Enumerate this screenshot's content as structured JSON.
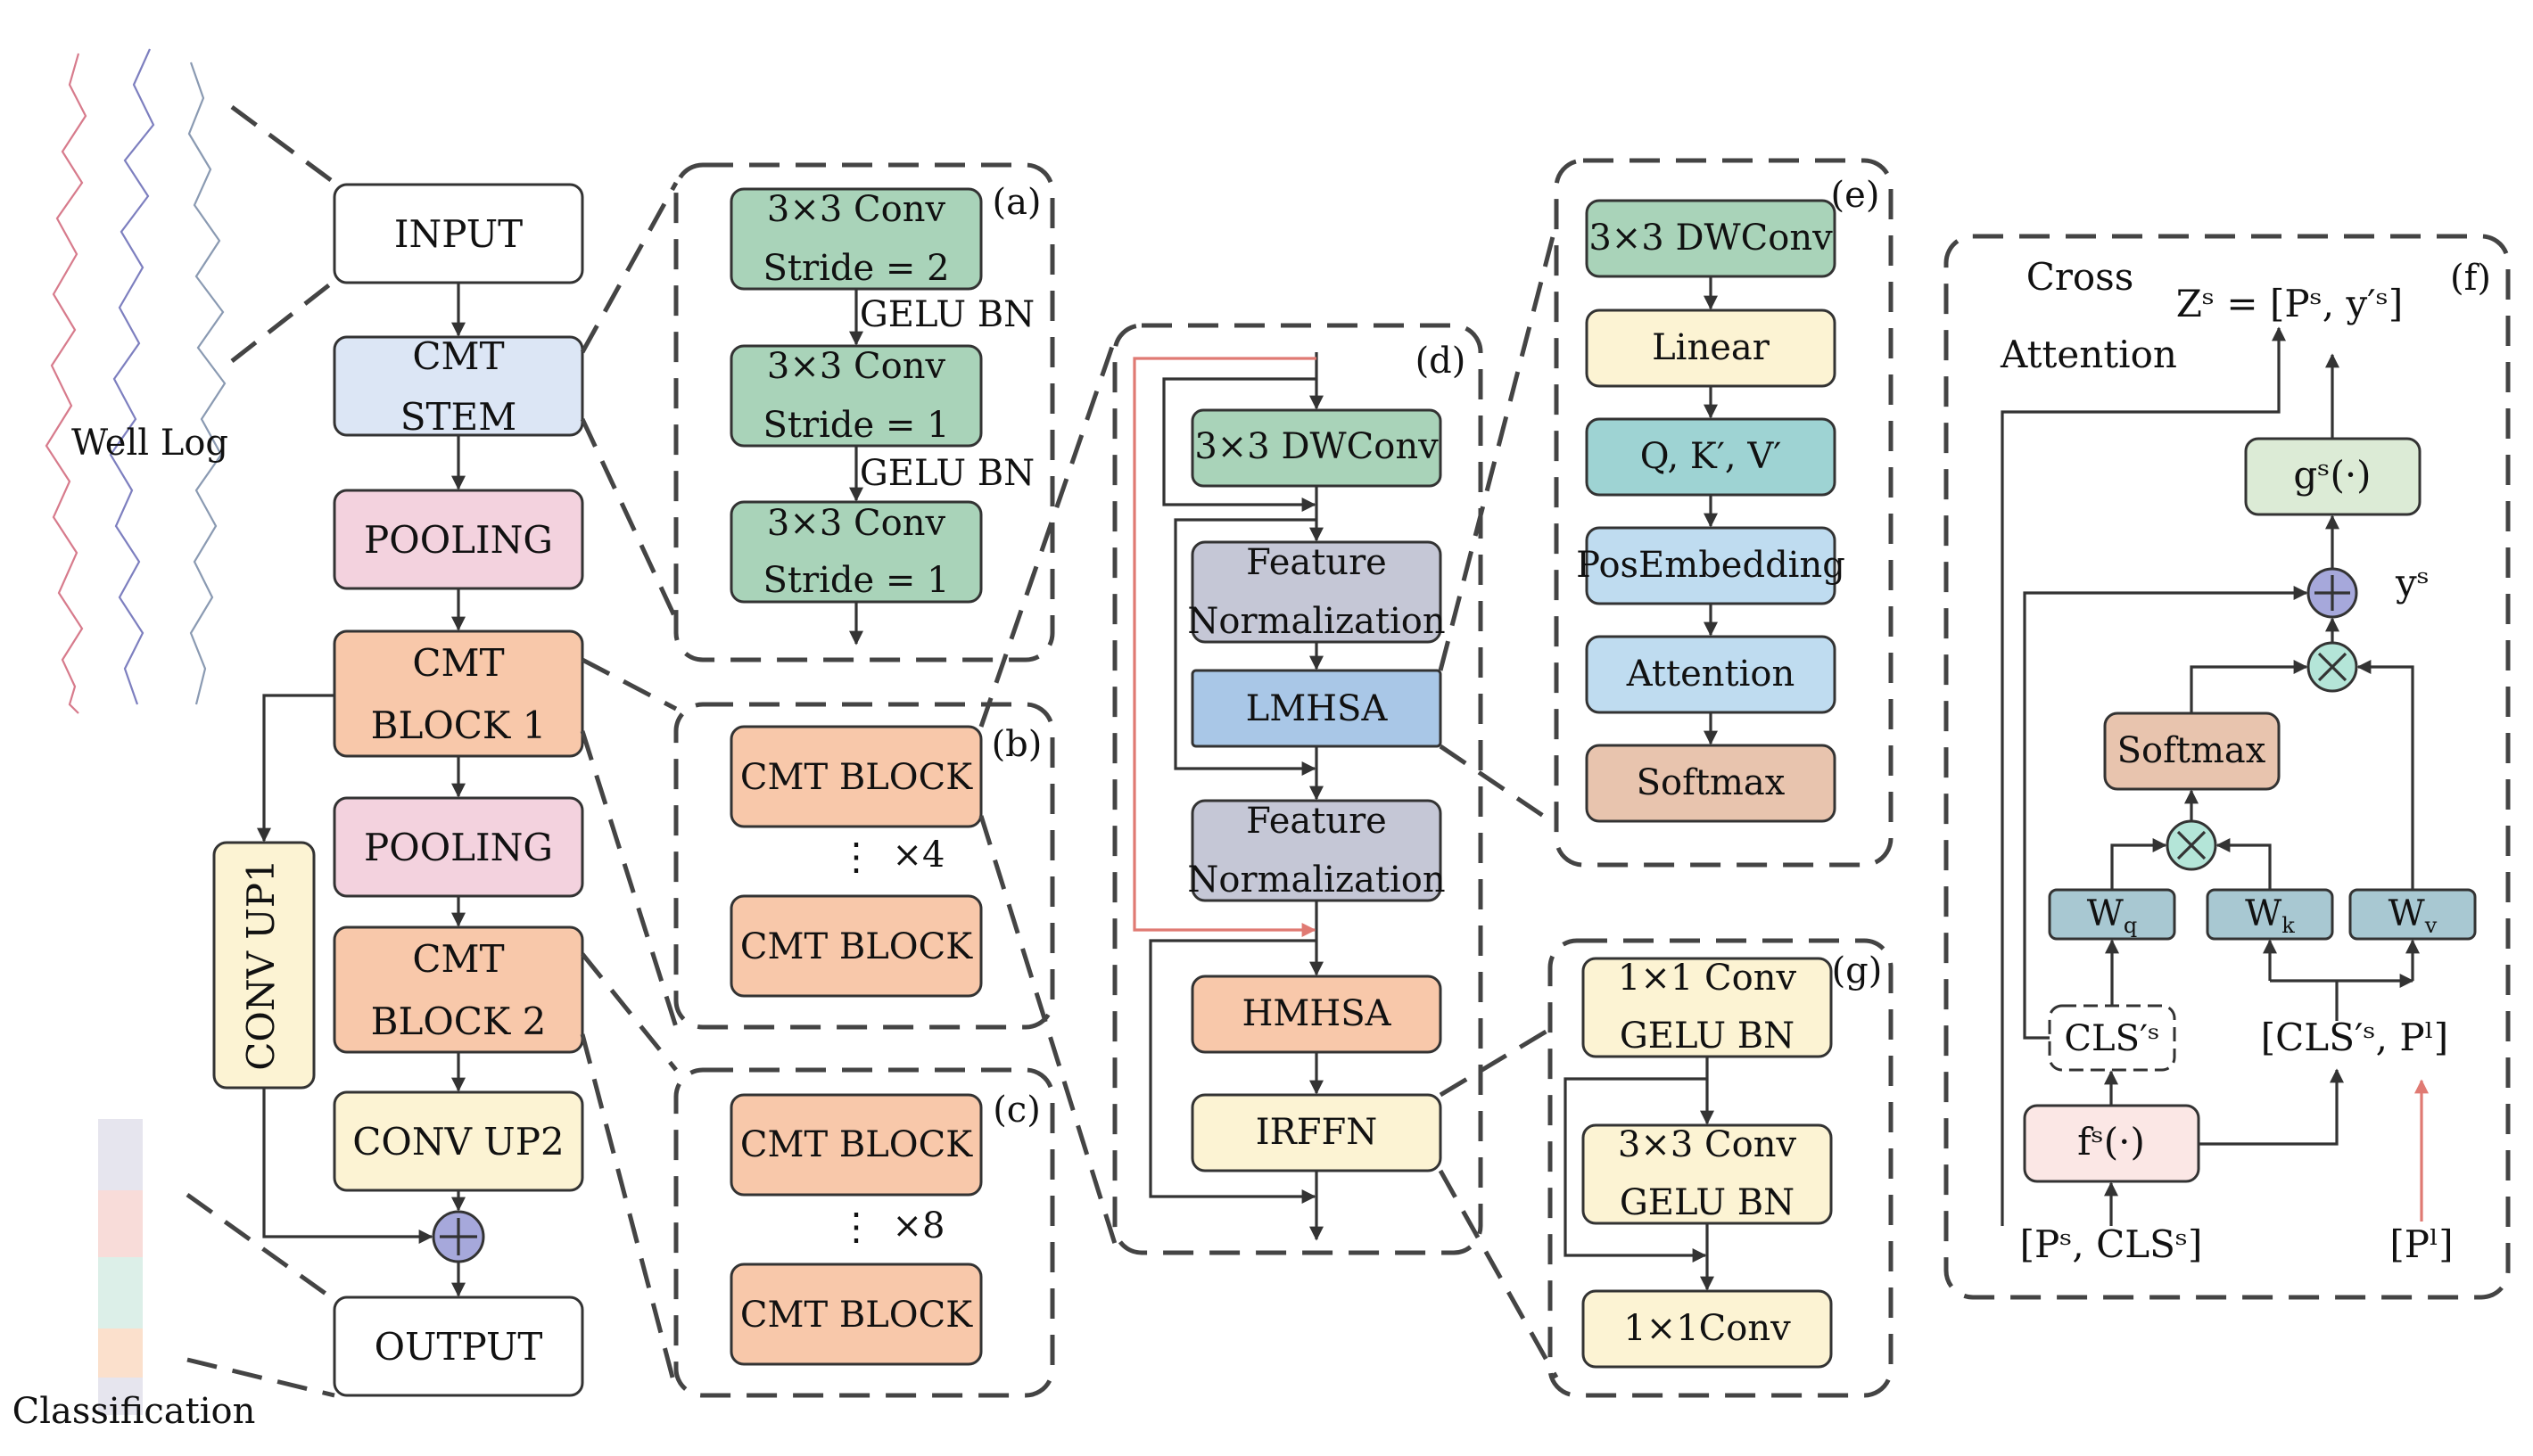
{
  "colors": {
    "white": "#ffffff",
    "blue": "#dce6f5",
    "pink": "#f3d2de",
    "salmon": "#f8c8aa",
    "yellow": "#fcf3d3",
    "green": "#a9d3b9",
    "gray": "#c5c7d6",
    "teal": "#9ed3d3",
    "lightblue": "#bfdcf0",
    "midblue": "#a9c7e7",
    "tan": "#e8c4ae",
    "softteal": "#a8c8d2",
    "lightpink": "#fbe7e5",
    "lightgreen": "#dcebd6",
    "plus": "#a6a8db",
    "times": "#b4e5d8",
    "red_arrow": "#e07a73"
  },
  "labels": {
    "well_log": "Well Log",
    "classification": "Classification",
    "input": "INPUT",
    "cmt": "CMT",
    "stem": "STEM",
    "pooling": "POOLING",
    "block1": "BLOCK 1",
    "block2": "BLOCK 2",
    "conv_up1": "CONV UP1",
    "conv_up2": "CONV UP2",
    "output": "OUTPUT",
    "conv3x3": "3×3 Conv",
    "stride2": "Stride = 2",
    "stride1": "Stride = 1",
    "gelu_bn": "GELU BN",
    "panel_a": "(a)",
    "panel_b": "(b)",
    "panel_c": "(c)",
    "panel_d": "(d)",
    "panel_e": "(e)",
    "panel_f": "(f)",
    "panel_g": "(g)",
    "cmt_block": "CMT BLOCK",
    "x4": "×4",
    "x8": "×8",
    "dwconv": "3×3 DWConv",
    "feature": "Feature",
    "normalization": "Normalization",
    "lmhsa": "LMHSA",
    "hmhsa": "HMHSA",
    "irffn": "IRFFN",
    "linear": "Linear",
    "qkv": "Q, K′, V′",
    "posembedding": "PosEmbedding",
    "attention": "Attention",
    "softmax": "Softmax",
    "conv1x1": "1×1 Conv",
    "conv1x1b": "1×1Conv",
    "cross": "Cross",
    "attention_word": "Attention",
    "f_z": "Zˢ = [Pˢ, y′ˢ]",
    "f_g": "gˢ(·)",
    "f_y": "yˢ",
    "f_wq": "W_q",
    "f_wk": "W_k",
    "f_wv": "W_v",
    "f_cls": "CLS′ˢ",
    "f_clsp": "[CLS′ˢ, Pˡ]",
    "f_f": "fˢ(·)",
    "f_in": "[Pˢ, CLSˢ]",
    "f_pl": "[Pˡ]",
    "plus_sym": "+",
    "times_sym": "×",
    "dots": "⋮"
  }
}
